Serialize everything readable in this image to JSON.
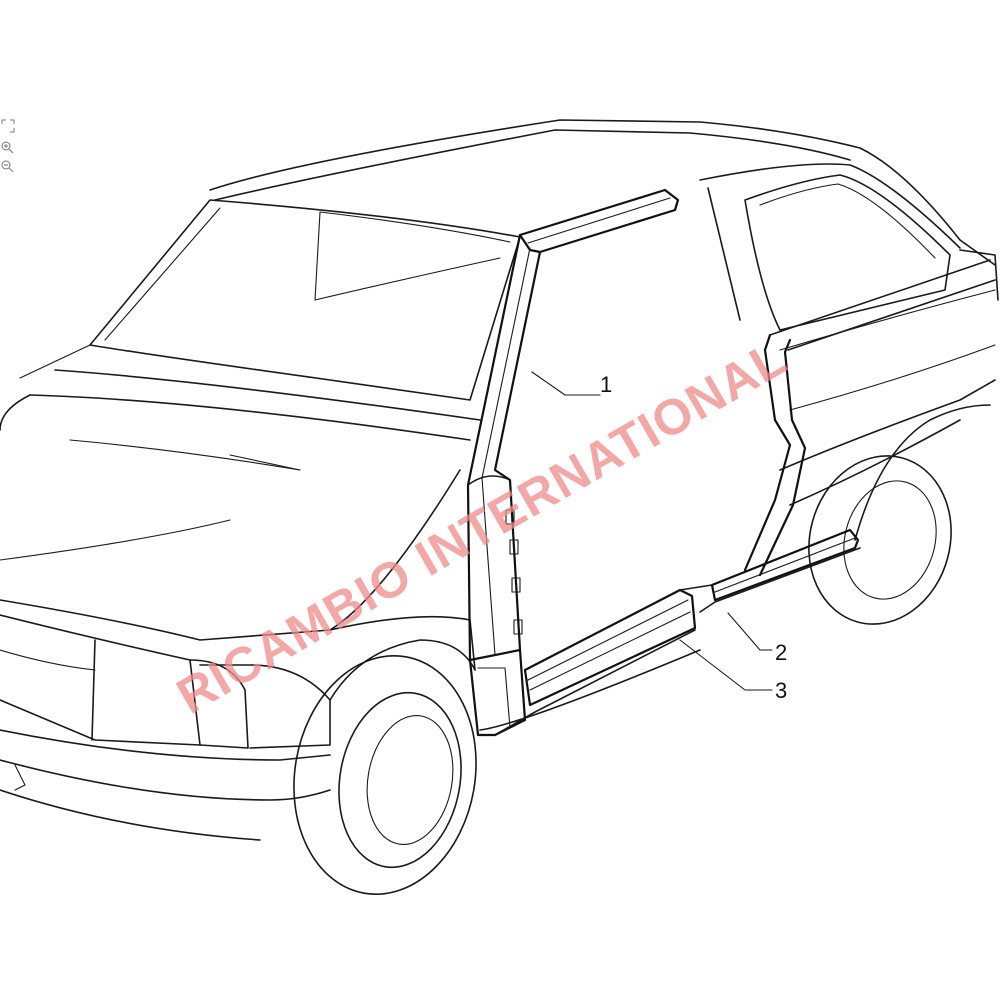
{
  "diagram": {
    "callouts": [
      {
        "id": "1",
        "label": "1"
      },
      {
        "id": "2",
        "label": "2"
      },
      {
        "id": "3",
        "label": "3"
      }
    ]
  },
  "watermark": {
    "text": "RICAMBIO INTERNATIONAL",
    "color": "#f08a8a"
  },
  "icons": [
    "expand-icon",
    "zoom-in-icon",
    "zoom-out-icon"
  ],
  "colors": {
    "line": "#1a1a1a",
    "background": "#ffffff"
  }
}
